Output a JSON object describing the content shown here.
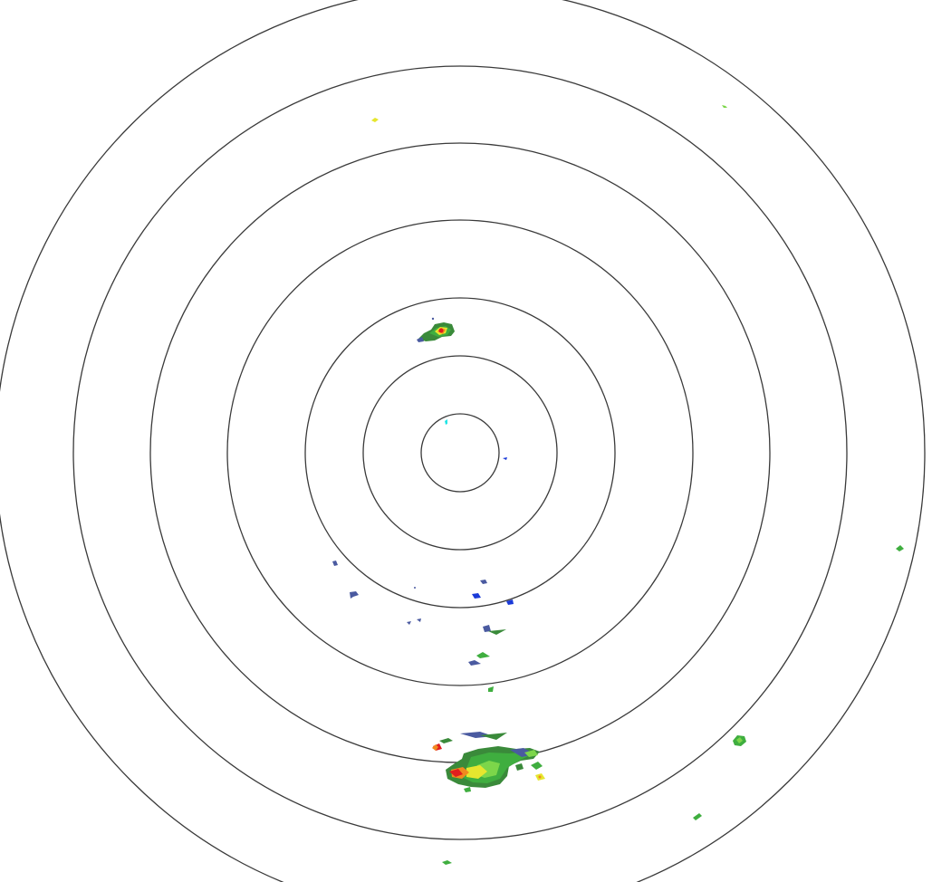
{
  "map": {
    "type": "weather-radar-reflectivity",
    "range_ring_count": 7,
    "colors": {
      "background": "#ffffff",
      "ring": "#3a3a3a",
      "weak_blue": "#1a3ad8",
      "blue": "#0a2ee8",
      "slate": "#4a5aa0",
      "cyan": "#22e5e5",
      "dark_green": "#3a8a3a",
      "green": "#3fae3f",
      "light_green": "#7cd64a",
      "yellow": "#e6e62e",
      "orange": "#f08a1e",
      "red": "#e01e1e"
    },
    "echoes": [
      {
        "name": "echo-north-cell",
        "level": "strong"
      },
      {
        "name": "echo-south-cluster",
        "level": "strong"
      },
      {
        "name": "echo-southeast-cell",
        "level": "moderate"
      },
      {
        "name": "echo-scattered",
        "level": "weak"
      }
    ]
  }
}
